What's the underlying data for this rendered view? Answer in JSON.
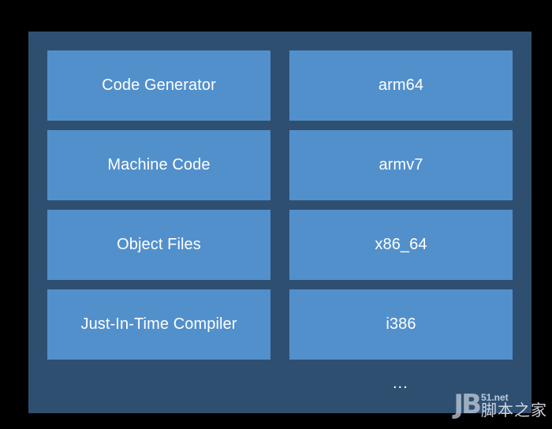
{
  "left_column": [
    {
      "label": "Code Generator"
    },
    {
      "label": "Machine Code"
    },
    {
      "label": "Object Files"
    },
    {
      "label": "Just-In-Time Compiler"
    }
  ],
  "right_column": [
    {
      "label": "arm64"
    },
    {
      "label": "armv7"
    },
    {
      "label": "x86_64"
    },
    {
      "label": "i386"
    }
  ],
  "more": "...",
  "watermark": {
    "logo": "JB",
    "site": "51.net",
    "text": "脚本之家"
  },
  "colors": {
    "background": "#000000",
    "panel": "#2f4f71",
    "box": "#5290cc",
    "text": "#ffffff"
  }
}
